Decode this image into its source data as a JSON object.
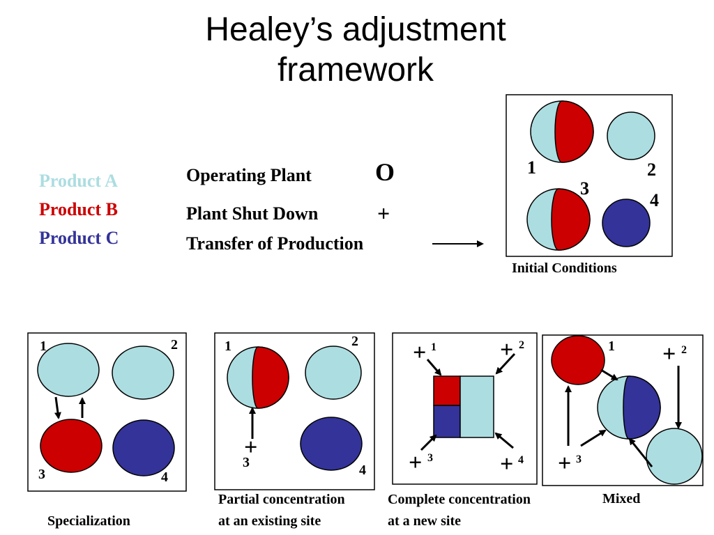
{
  "title_line1": "Healey’s adjustment",
  "title_line2": "framework",
  "legend": {
    "a": "Product A",
    "b": "Product B",
    "c": "Product C",
    "color_a": "#acdde1",
    "color_b": "#cc0000",
    "color_c": "#333399"
  },
  "key": {
    "operating": "Operating Plant",
    "operating_symbol": "O",
    "shutdown": "Plant Shut Down",
    "shutdown_symbol": "+",
    "transfer": "Transfer of Production"
  },
  "initial": {
    "caption": "Initial Conditions",
    "labels": [
      "1",
      "2",
      "3",
      "4"
    ]
  },
  "specialization": {
    "caption": "Specialization",
    "labels": [
      "1",
      "2",
      "3",
      "4"
    ]
  },
  "partial": {
    "caption_line1": "Partial concentration",
    "caption_line2": "at an existing site",
    "labels": [
      "1",
      "2",
      "3",
      "4"
    ],
    "plus": "+"
  },
  "complete": {
    "caption_line1": "Complete concentration",
    "caption_line2": "at a new site",
    "labels": [
      "1",
      "2",
      "3",
      "4"
    ],
    "plus": "+"
  },
  "mixed": {
    "caption": "Mixed",
    "labels": [
      "1",
      "2",
      "3"
    ],
    "plus": "+"
  }
}
